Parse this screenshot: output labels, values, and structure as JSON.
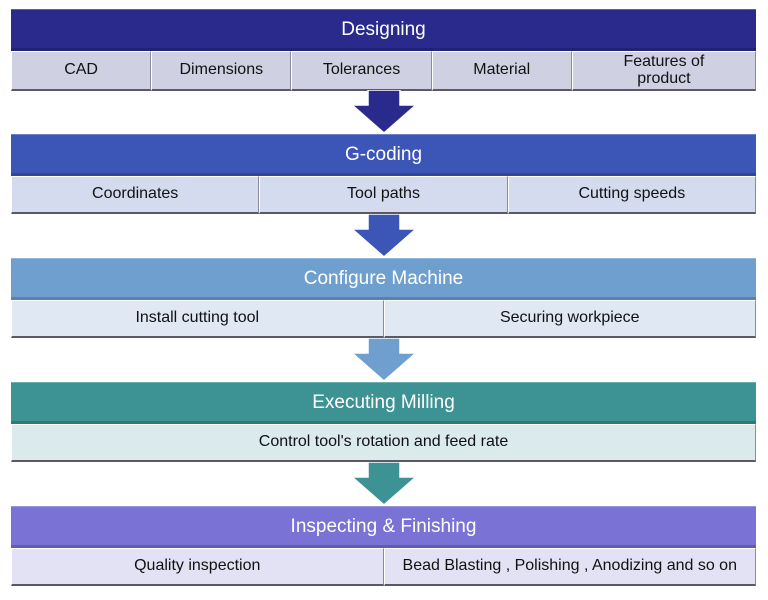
{
  "stages": [
    {
      "title": "Designing",
      "header_color": "#2a2a8c",
      "cell_color": "#cfd0e2",
      "items": [
        "CAD",
        "Dimensions",
        "Tolerances",
        "Material",
        "Features of product"
      ]
    },
    {
      "title": "G-coding",
      "header_color": "#3c56b8",
      "cell_color": "#d4dbee",
      "items": [
        "Coordinates",
        "Tool paths",
        "Cutting speeds"
      ]
    },
    {
      "title": "Configure Machine",
      "header_color": "#6f9fcf",
      "cell_color": "#dfe8f3",
      "items": [
        "Install cutting tool",
        "Securing workpiece"
      ]
    },
    {
      "title": "Executing Milling",
      "header_color": "#3d9393",
      "cell_color": "#dbeaea",
      "items": [
        "Control tool's rotation and feed rate"
      ]
    },
    {
      "title": "Inspecting & Finishing",
      "header_color": "#7a72d4",
      "cell_color": "#e2e2f4",
      "items": [
        "Quality inspection",
        "Bead Blasting , Polishing , Anodizing and so on"
      ]
    }
  ],
  "arrows": [
    {
      "color": "#2a2a8c"
    },
    {
      "color": "#3c56b8"
    },
    {
      "color": "#6f9fcf"
    },
    {
      "color": "#3d9393"
    }
  ]
}
